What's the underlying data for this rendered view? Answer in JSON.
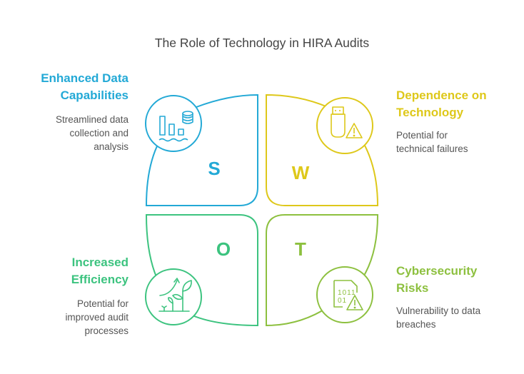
{
  "title": "The Role of Technology in HIRA Audits",
  "quadrants": {
    "s": {
      "letter": "S",
      "heading_line1": "Enhanced Data",
      "heading_line2": "Capabilities",
      "desc_line1": "Streamlined data",
      "desc_line2": "collection and",
      "desc_line3": "analysis",
      "icon": "data-chart-database-icon",
      "color": "#23A9D6"
    },
    "w": {
      "letter": "W",
      "heading_line1": "Dependence on",
      "heading_line2": "Technology",
      "desc_line1": "Potential for",
      "desc_line2": "technical failures",
      "icon": "usb-warning-icon",
      "color": "#DEC81A"
    },
    "o": {
      "letter": "O",
      "heading_line1": "Increased",
      "heading_line2": "Efficiency",
      "desc_line1": "Potential for",
      "desc_line2": "improved audit",
      "desc_line3": "processes",
      "icon": "growth-plant-icon",
      "color": "#3CC37F"
    },
    "t": {
      "letter": "T",
      "heading_line1": "Cybersecurity",
      "heading_line2": "Risks",
      "desc_line1": "Vulnerability to data",
      "desc_line2": "breaches",
      "icon": "binary-file-warning-icon",
      "color": "#8DC03F"
    }
  }
}
